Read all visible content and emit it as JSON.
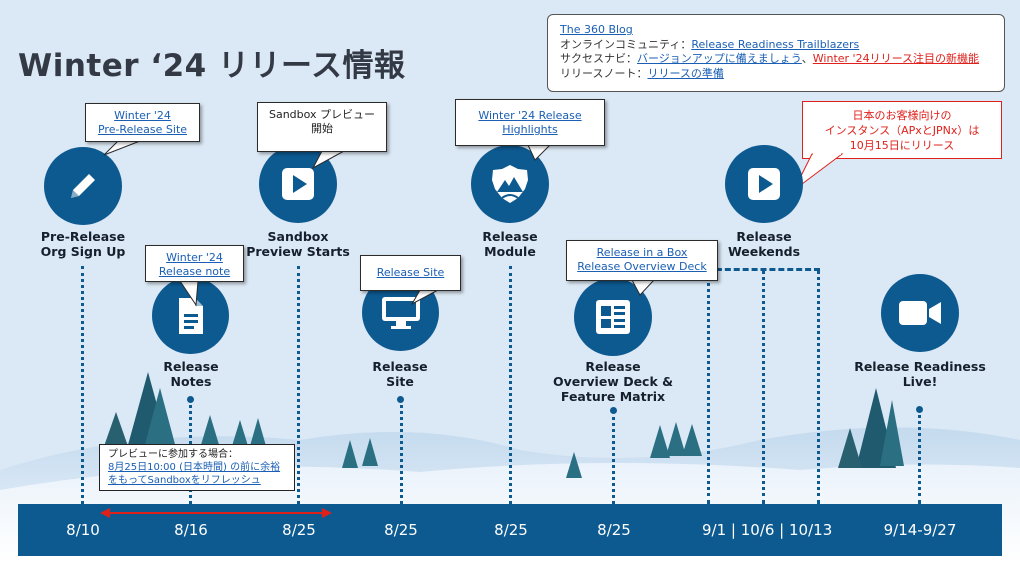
{
  "title": "Winter ‘24 リリース情報",
  "info_box": {
    "blog_link": "The 360 Blog",
    "line2_label": "オンラインコミュニティ：",
    "line2_link": "Release Readiness Trailblazers",
    "line3_label": "サクセスナビ：",
    "line3_link": "バージョンアップに備えましょう",
    "line3_sep": "、",
    "line3_link2": "Winter '24リリース注目の新機能",
    "line4_label": "リリースノート：",
    "line4_link": "リリースの準備"
  },
  "notice": {
    "line1": "日本のお客様向けの",
    "line2": "インスタンス（APxとJPNx）は",
    "line3": "10月15日にリリース"
  },
  "preview_note": {
    "line1": "プレビューに参加する場合：",
    "line2_link": "8月25日10:00 (日本時間) の前に余裕",
    "line3_link": "をもってSandboxをリフレッシュ"
  },
  "callouts": {
    "prerelease_site": [
      "Winter '24",
      "Pre-Release Site"
    ],
    "sandbox_preview": [
      "Sandbox プレビュー",
      "開始"
    ],
    "release_note": [
      "Winter '24",
      "Release note"
    ],
    "release_site": [
      "Release Site"
    ],
    "highlights": [
      "Winter '24 Release",
      "Highlights"
    ],
    "release_box": [
      "Release in a Box",
      "Release Overview Deck"
    ]
  },
  "milestones": {
    "prerelease": [
      "Pre-Release",
      "Org Sign Up"
    ],
    "notes": [
      "Release",
      "Notes"
    ],
    "sandbox": [
      "Sandbox",
      "Preview Starts"
    ],
    "site": [
      "Release",
      "Site"
    ],
    "module": [
      "Release",
      "Module"
    ],
    "overview": [
      "Release",
      "Overview Deck &",
      "Feature Matrix"
    ],
    "weekends": [
      "Release",
      "Weekends"
    ],
    "live": [
      "Release Readiness",
      "Live!"
    ]
  },
  "dates": [
    "8/10",
    "8/16",
    "8/25",
    "8/25",
    "8/25",
    "8/25",
    "9/1 | 10/6 | 10/13",
    "9/14-9/27"
  ],
  "icons": {
    "prerelease": "pencil-icon",
    "notes": "document-icon",
    "sandbox": "play-icon",
    "site": "monitor-icon",
    "module": "trailhead-mountain-icon",
    "overview": "overview-deck-icon",
    "weekends": "play-icon",
    "live": "video-camera-icon"
  },
  "colors": {
    "milestone_blue": "#0d5a91",
    "timeline_bar": "#0d5a91",
    "link": "#1a5fb4",
    "alert_red": "#e0201b",
    "background": "#dbe8f5"
  }
}
